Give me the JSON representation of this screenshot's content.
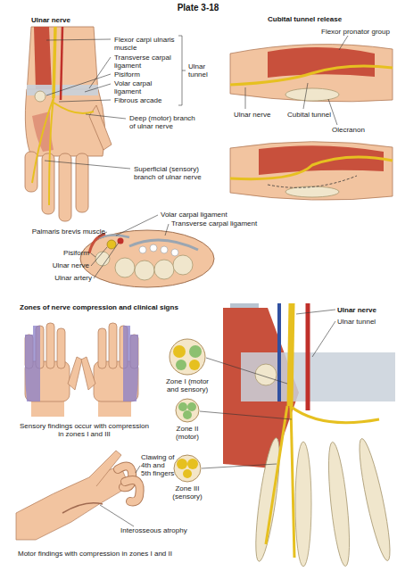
{
  "diagram": {
    "title": "Plate 3-18",
    "labels": [
      "Ulnar nerve",
      "Cubital tunnel release",
      "Flexor carpi ulnaris muscle",
      "Transverse carpal ligament",
      "Pisiform",
      "Volar carpal ligament",
      "Fibrous arcade",
      "Ulnar tunnel",
      "Deep (motor) branch of ulnar nerve",
      "Superficial (sensory) branch of ulnar nerve",
      "Flexor pronator group",
      "Ulnar nerve",
      "Cubital tunnel",
      "Olecranon",
      "Volar carpal ligament",
      "Transverse carpal ligament",
      "Palmaris brevis muscle",
      "Pisiform",
      "Ulnar nerve",
      "Ulnar artery",
      "Zones of nerve compression and clinical signs",
      "Ulnar nerve",
      "Ulnar tunnel",
      "Sensory findings occur with compression in zones I and III",
      "Clawing of 4th and 5th fingers",
      "Zone I (motor and sensory)",
      "Zone II (motor)",
      "Zone III (sensory)",
      "Interosseous atrophy",
      "Motor findings with compression in zones I and II"
    ]
  }
}
